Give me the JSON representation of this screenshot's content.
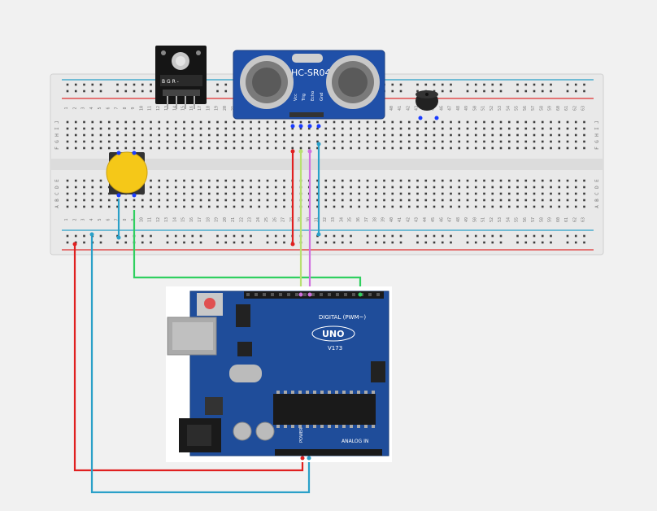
{
  "breadboard": {
    "row_letters_top": [
      "J",
      "I",
      "H",
      "G",
      "F"
    ],
    "row_letters_bottom": [
      "E",
      "D",
      "C",
      "B",
      "A"
    ],
    "column_count": 63,
    "colors": {
      "board": "#e9e9e9",
      "hole": "#3c3c3c",
      "rail_blue": "#2aa0c8",
      "rail_red": "#e03030"
    }
  },
  "sensor": {
    "label": "HC-SR04",
    "pin_labels": [
      "Vcc",
      "Trig",
      "Echo",
      "Gnd"
    ],
    "color": "#2050a8"
  },
  "button": {
    "color": "#f5c818",
    "icon": "pushbutton-icon"
  },
  "buzzer": {
    "icon": "buzzer-icon"
  },
  "module": {
    "icon": "rgb-led-module-icon"
  },
  "arduino": {
    "model_label": "UNO",
    "version": "V173",
    "digital_label": "DIGITAL (PWM~)",
    "power_label": "POWER",
    "analog_label": "ANALOG IN",
    "color": "#1f4d9a"
  },
  "wires": {
    "red": "#e02020",
    "blue": "#2aa0c8",
    "green": "#30d060",
    "lime": "#b8e070",
    "violet": "#d070e0",
    "teal": "#2aa0c8"
  }
}
